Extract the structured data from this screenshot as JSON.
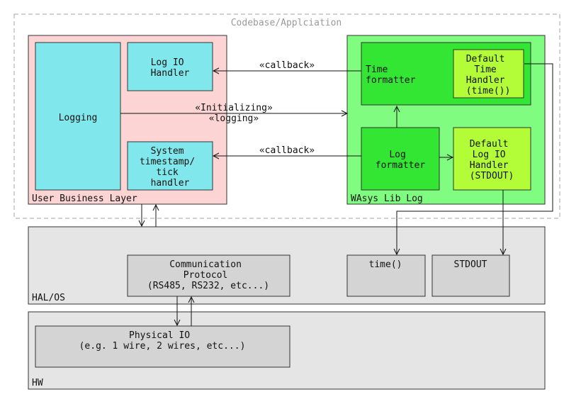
{
  "codebase": {
    "label": "Codebase/Applciation"
  },
  "user_layer": {
    "label": "User Business Layer",
    "logging": "Logging",
    "log_io_handler": [
      "Log IO",
      "Handler"
    ],
    "system_timestamp": [
      "System",
      "timestamp/",
      "tick",
      "handler"
    ]
  },
  "wasys": {
    "label": "WAsys Lib Log",
    "time_formatter": [
      "Time",
      "formatter"
    ],
    "default_time_handler": [
      "Default",
      "Time",
      "Handler",
      "(time())"
    ],
    "log_formatter": [
      "Log",
      "formatter"
    ],
    "default_log_io": [
      "Default",
      "Log IO",
      "Handler",
      "(STDOUT)"
    ]
  },
  "arrows": {
    "callback_top": "«callback»",
    "initializing": "«Initializing»",
    "logging": "«logging»",
    "callback_bottom": "«callback»"
  },
  "hal": {
    "label": "HAL/OS",
    "comm_protocol": [
      "Communication",
      "Protocol",
      "(RS485, RS232, etc...)"
    ],
    "time": "time()",
    "stdout": "STDOUT"
  },
  "hw": {
    "label": "HW",
    "physical_io": [
      "Physical IO",
      "(e.g. 1 wire, 2 wires, etc...)"
    ]
  },
  "colors": {
    "user_layer_fill": "#fcd4d4",
    "cyan_fill": "#80e8ec",
    "wasys_fill": "#80fd80",
    "inner_green_fill": "#33e633",
    "lime_fill": "#b2fd38",
    "gray_layer_fill": "#e5e5e5",
    "gray_box_fill": "#d4d4d4",
    "dashed_border": "#a6a6a6"
  }
}
